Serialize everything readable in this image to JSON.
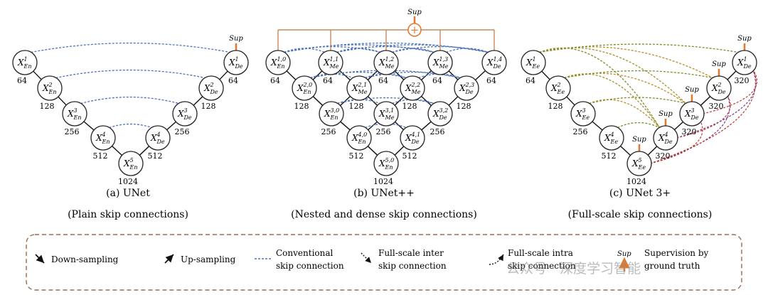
{
  "panels": [
    {
      "id": "unet",
      "caption": "(a) UNet",
      "subcaption": "(Plain skip connections)",
      "nodes": [
        {
          "id": "en1",
          "base": "X",
          "sub": "En",
          "sup": "1",
          "num": "64"
        },
        {
          "id": "en2",
          "base": "X",
          "sub": "En",
          "sup": "2",
          "num": "128"
        },
        {
          "id": "en3",
          "base": "X",
          "sub": "En",
          "sup": "3",
          "num": "256"
        },
        {
          "id": "en4",
          "base": "X",
          "sub": "En",
          "sup": "4",
          "num": "512"
        },
        {
          "id": "en5",
          "base": "X",
          "sub": "En",
          "sup": "5",
          "num": "1024"
        },
        {
          "id": "de4",
          "base": "X",
          "sub": "De",
          "sup": "4",
          "num": "512"
        },
        {
          "id": "de3",
          "base": "X",
          "sub": "De",
          "sup": "3",
          "num": "256"
        },
        {
          "id": "de2",
          "base": "X",
          "sub": "De",
          "sup": "2",
          "num": "128"
        },
        {
          "id": "de1",
          "base": "X",
          "sub": "De",
          "sup": "1",
          "num": "64"
        }
      ],
      "supervision": [
        "Sup"
      ]
    },
    {
      "id": "unetpp",
      "caption": "(b) UNet++",
      "subcaption": "(Nested and dense skip connections)",
      "nodes": [
        {
          "id": "x10",
          "base": "X",
          "sub": "En",
          "sup": "1,0",
          "num": "64"
        },
        {
          "id": "x11",
          "base": "X",
          "sub": "Me",
          "sup": "1,1",
          "num": "64"
        },
        {
          "id": "x12",
          "base": "X",
          "sub": "Me",
          "sup": "1,2",
          "num": "64"
        },
        {
          "id": "x13",
          "base": "X",
          "sub": "Me",
          "sup": "1,3",
          "num": "64"
        },
        {
          "id": "x14",
          "base": "X",
          "sub": "De",
          "sup": "1,4",
          "num": "64"
        },
        {
          "id": "x20",
          "base": "X",
          "sub": "En",
          "sup": "2,0",
          "num": "128"
        },
        {
          "id": "x21",
          "base": "X",
          "sub": "Me",
          "sup": "2,1",
          "num": "128"
        },
        {
          "id": "x22",
          "base": "X",
          "sub": "Me",
          "sup": "2,2",
          "num": "128"
        },
        {
          "id": "x23",
          "base": "X",
          "sub": "De",
          "sup": "2,3",
          "num": "128"
        },
        {
          "id": "x30",
          "base": "X",
          "sub": "En",
          "sup": "3,0",
          "num": "256"
        },
        {
          "id": "x31",
          "base": "X",
          "sub": "Me",
          "sup": "3,1",
          "num": "256"
        },
        {
          "id": "x32",
          "base": "X",
          "sub": "De",
          "sup": "3,2",
          "num": "256"
        },
        {
          "id": "x40",
          "base": "X",
          "sub": "En",
          "sup": "4,0",
          "num": "512"
        },
        {
          "id": "x41",
          "base": "X",
          "sub": "De",
          "sup": "4,1",
          "num": "512"
        },
        {
          "id": "x50",
          "base": "X",
          "sub": "En",
          "sup": "5,0",
          "num": "1024"
        }
      ],
      "supervision": [
        "Sup"
      ],
      "sum_symbol": "+"
    },
    {
      "id": "unet3p",
      "caption": "(c) UNet 3+",
      "subcaption": "(Full-scale skip connections)",
      "nodes": [
        {
          "id": "e1",
          "base": "X",
          "sub": "Ee",
          "sup": "1",
          "num": "64"
        },
        {
          "id": "e2",
          "base": "X",
          "sub": "Ee",
          "sup": "2",
          "num": "128"
        },
        {
          "id": "e3",
          "base": "X",
          "sub": "Ee",
          "sup": "3",
          "num": "256"
        },
        {
          "id": "e4",
          "base": "X",
          "sub": "Ee",
          "sup": "4",
          "num": "512"
        },
        {
          "id": "e5",
          "base": "X",
          "sub": "Ee",
          "sup": "5",
          "num": "1024"
        },
        {
          "id": "d4",
          "base": "X",
          "sub": "De",
          "sup": "4",
          "num": "320"
        },
        {
          "id": "d3",
          "base": "X",
          "sub": "De",
          "sup": "3",
          "num": "320"
        },
        {
          "id": "d2",
          "base": "X",
          "sub": "De",
          "sup": "2",
          "num": "320"
        },
        {
          "id": "d1",
          "base": "X",
          "sub": "De",
          "sup": "1",
          "num": "320"
        }
      ],
      "supervision": [
        "Sup",
        "Sup",
        "Sup",
        "Sup",
        "Sup"
      ]
    }
  ],
  "legend": [
    {
      "key": "down",
      "text": [
        "Down-sampling"
      ]
    },
    {
      "key": "up",
      "text": [
        "Up-sampling"
      ]
    },
    {
      "key": "conv",
      "text": [
        "Conventional",
        "skip connection"
      ]
    },
    {
      "key": "inter",
      "text": [
        "Full-scale inter",
        "skip connection"
      ]
    },
    {
      "key": "intra",
      "text": [
        "Full-scale intra",
        "skip connection"
      ]
    },
    {
      "key": "sup",
      "symbol": "Sup",
      "text": [
        "Supervision by",
        "ground truth"
      ]
    }
  ],
  "colors": {
    "conventional": "#4f74b8",
    "supervision": "#e07a32",
    "sum": "#c98a5a",
    "inter": [
      "#7a8f2a",
      "#a0922c",
      "#c08a2a"
    ],
    "intra": [
      "#7a3a8c",
      "#c0392b"
    ],
    "legend_border": "#9b6a4e"
  },
  "watermark": "公众号 · 深度学习智能"
}
